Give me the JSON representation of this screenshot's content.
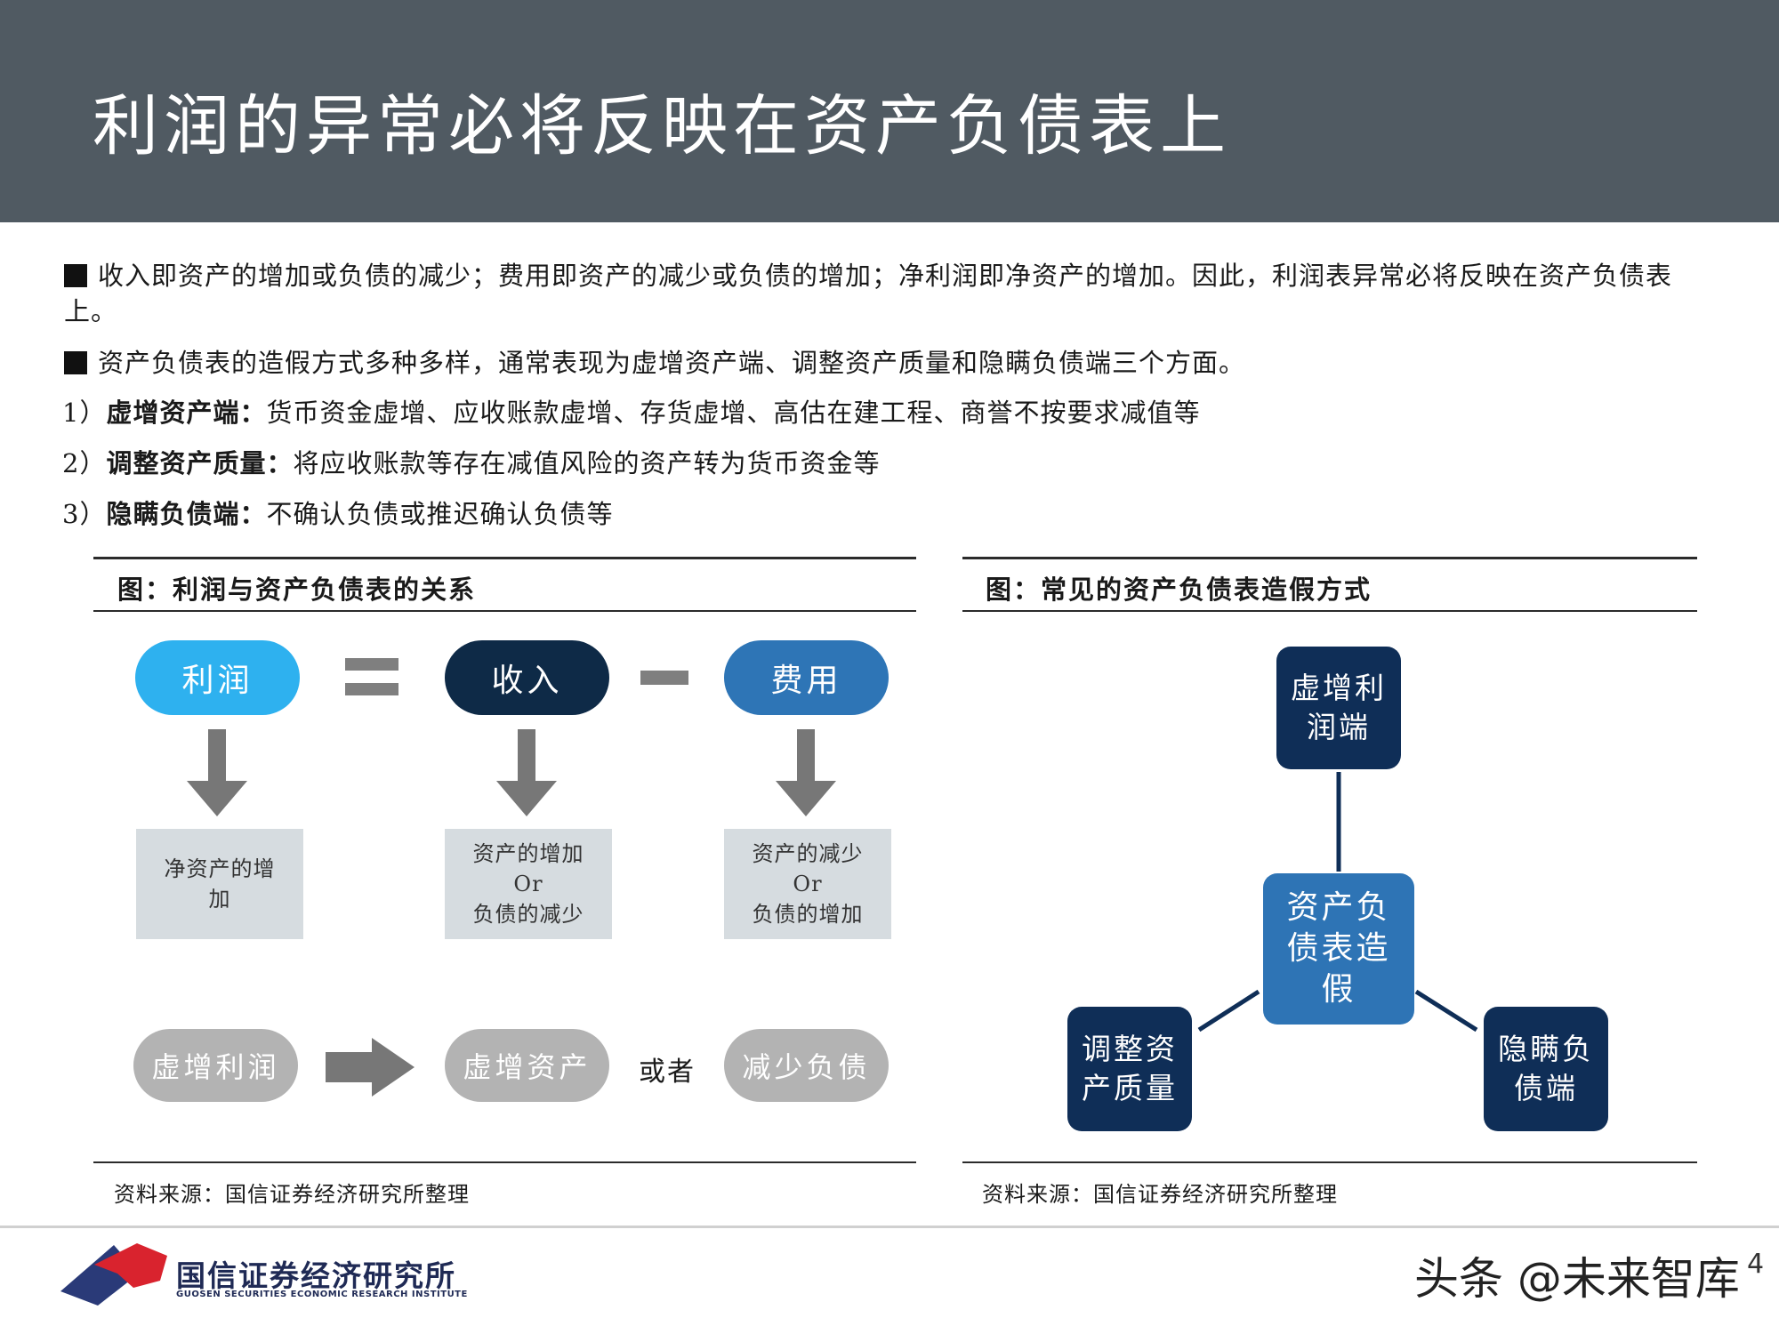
{
  "header": {
    "title": "利润的异常必将反映在资产负债表上"
  },
  "body": {
    "bullet1": "收入即资产的增加或负债的减少；费用即资产的减少或负债的增加；净利润即净资产的增加。因此，利润表异常必将反映在资产负债表上。",
    "bullet2": "资产负债表的造假方式多种多样，通常表现为虚增资产端、调整资产质量和隐瞒负债端三个方面。",
    "items": [
      {
        "num": "1）",
        "term": "虚增资产端：",
        "text": "货币资金虚增、应收账款虚增、存货虚增、高估在建工程、商誉不按要求减值等"
      },
      {
        "num": "2）",
        "term": "调整资产质量：",
        "text": "将应收账款等存在减值风险的资产转为货币资金等"
      },
      {
        "num": "3）",
        "term": "隐瞒负债端：",
        "text": "不确认负债或推迟确认负债等"
      }
    ]
  },
  "fig1": {
    "title": "图：利润与资产负债表的关系",
    "profit": "利润",
    "revenue": "收入",
    "expense": "费用",
    "box1": [
      "净资产的增",
      "加"
    ],
    "box2": [
      "资产的增加",
      "Or",
      "负债的减少"
    ],
    "box3": [
      "资产的减少",
      "Or",
      "负债的增加"
    ],
    "fake_profit": "虚增利润",
    "fake_assets": "虚增资产",
    "or_text": "或者",
    "reduce_liab": "减少负债",
    "source": "资料来源：国信证券经济研究所整理",
    "colors": {
      "profit": "#2eb1ef",
      "revenue": "#0e2a47",
      "expense": "#2e75b6",
      "gray": "#b3b3b3",
      "arrow": "#777777"
    }
  },
  "fig2": {
    "title": "图：常见的资产负债表造假方式",
    "top": "虚增利润端",
    "center": "资产负债表造假",
    "left": "调整资产质量",
    "right": "隐瞒负债端",
    "source": "资料来源：国信证券经济研究所整理",
    "colors": {
      "node": "#0f2e57",
      "center": "#2e74b5"
    }
  },
  "footer": {
    "logo_cn": "国信证券经济研究所",
    "logo_en": "GUOSEN SECURITIES ECONOMIC RESEARCH INSTITUTE",
    "watermark": "头条 @未来智库",
    "page_number": "4"
  }
}
